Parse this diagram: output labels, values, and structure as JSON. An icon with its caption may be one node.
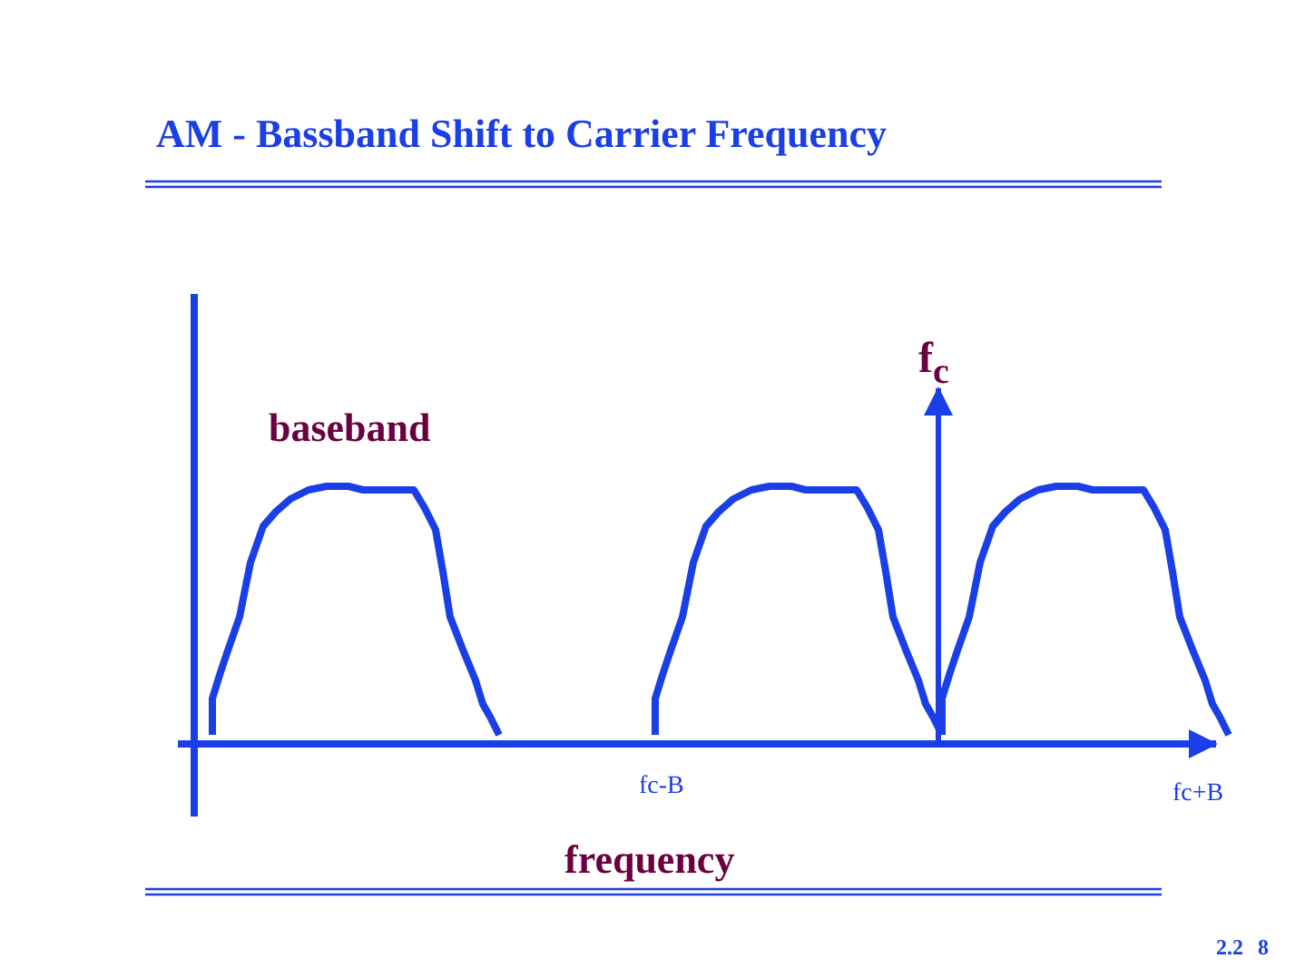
{
  "diagram": {
    "title": "AM - Bassband Shift to Carrier Frequency",
    "labels": [
      "baseband",
      "f$_{c}$",
      "fc-B",
      "fc+B",
      "frequency",
      "2.2",
      "8"
    ]
  }
}
